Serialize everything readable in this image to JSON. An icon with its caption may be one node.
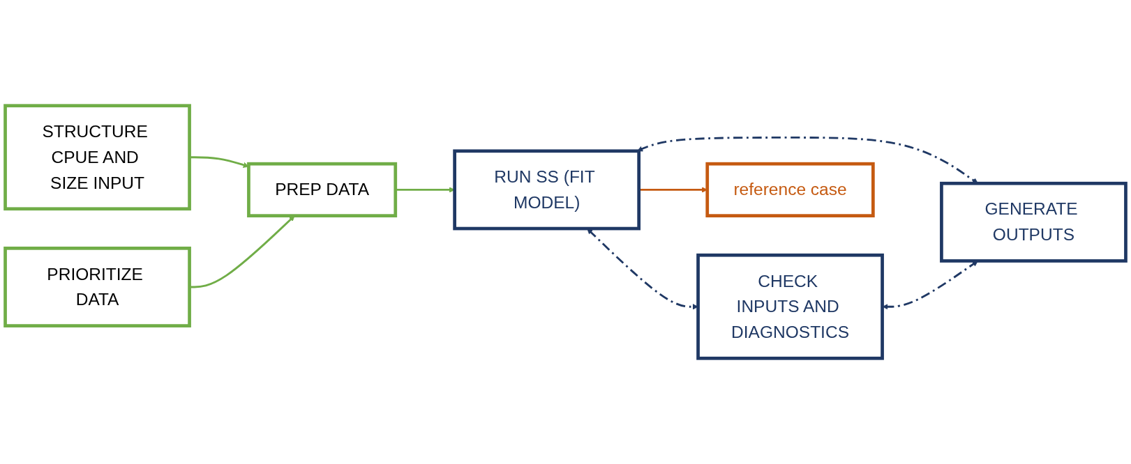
{
  "diagram": {
    "nodes": [
      {
        "text": [
          "STRUCTURE CPUE AND SIZE INPUT"
        ]
      },
      {
        "text": [
          "PREP DATA"
        ]
      },
      {
        "text": [
          "PRIORITIZE DATA"
        ]
      },
      {
        "text": [
          "RUN SS (FIT MODEL)"
        ]
      },
      {
        "text": [
          "CHECK INPUTS AND DIAGNOSTICS"
        ]
      },
      {
        "text": [
          "GENERATE OUTPUTS"
        ]
      },
      {
        "text": [
          "reference case"
        ]
      }
    ],
    "edges": [
      {
        "from": 0,
        "to": 1,
        "arrow": "to",
        "color": "#70ad47"
      },
      {
        "from": 2,
        "to": 1,
        "arrow": "to",
        "color": "#70ad47"
      },
      {
        "from": 1,
        "to": 3,
        "arrow": "to",
        "color": "#70ad47"
      },
      {
        "from": 3,
        "to": 4,
        "arrow": "both",
        "style": "dashed",
        "color": "#1f3864"
      },
      {
        "from": 3,
        "to": 5,
        "arrow": "both",
        "style": "dashed",
        "color": "#1f3864"
      },
      {
        "from": 4,
        "to": 5,
        "arrow": "both",
        "style": "dashed",
        "color": "#1f3864"
      },
      {
        "from": 3,
        "to": 6,
        "arrow": "to",
        "color": "#c55a11"
      }
    ]
  }
}
